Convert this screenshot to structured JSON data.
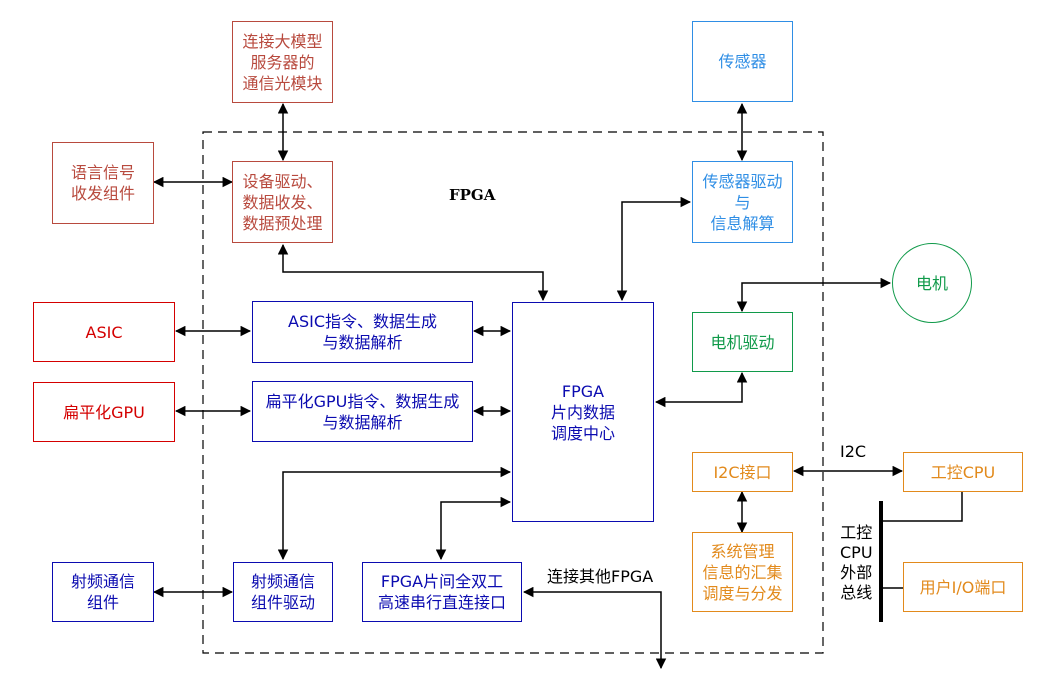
{
  "colors": {
    "red": "#d40000",
    "brown": "#b84a3e",
    "blue": "#0b0bb0",
    "lightblue": "#2f8ee5",
    "green": "#109a4a",
    "orange": "#e28a1c",
    "black": "#000000"
  },
  "nodes": {
    "optical_module": "连接大模型\n服务器的\n通信光模块",
    "voice_component": "语言信号\n收发组件",
    "device_driver": "设备驱动、\n数据收发、\n数据预处理",
    "fpga_label": "FPGA",
    "sensor": "传感器",
    "sensor_driver": "传感器驱动\n与\n信息解算",
    "motor": "电机",
    "motor_driver": "电机驱动",
    "asic": "ASIC",
    "asic_cmd": "ASIC指令、数据生成\n与数据解析",
    "flat_gpu": "扁平化GPU",
    "gpu_cmd": "扁平化GPU指令、数据生成\n与数据解析",
    "scheduler": "FPGA\n片内数据\n调度中心",
    "i2c_interface": "I2C接口",
    "i2c_label": "I2C",
    "industrial_cpu": "工控CPU",
    "system_mgmt": "系统管理\n信息的汇集\n调度与分发",
    "bus_label": "工控\nCPU\n外部\n总线",
    "user_io": "用户I/O端口",
    "rf_component": "射频通信\n组件",
    "rf_driver": "射频通信\n组件驱动",
    "fpga_serial": "FPGA片间全双工\n高速串行直连接口",
    "other_fpga": "连接其他FPGA"
  }
}
